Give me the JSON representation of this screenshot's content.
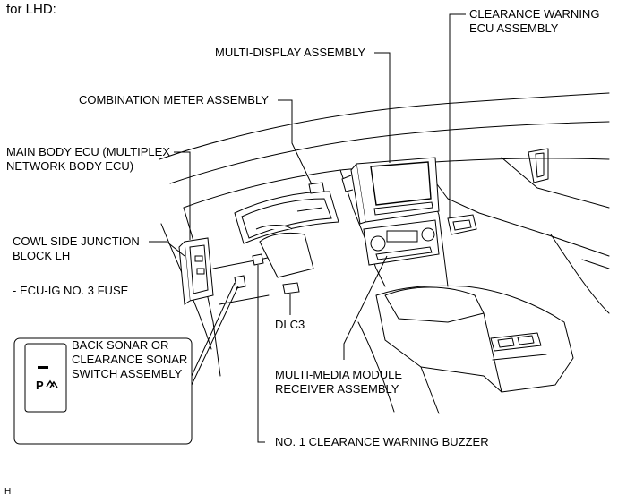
{
  "heading": "for LHD:",
  "labels": {
    "clearance_warning_ecu": [
      "CLEARANCE WARNING",
      "ECU ASSEMBLY"
    ],
    "multi_display": "MULTI-DISPLAY ASSEMBLY",
    "combination_meter": "COMBINATION METER ASSEMBLY",
    "main_body_ecu": [
      "MAIN BODY ECU (MULTIPLEX",
      "NETWORK BODY ECU)"
    ],
    "cowl_side_jb": [
      "COWL SIDE JUNCTION",
      "BLOCK LH"
    ],
    "fuse": "- ECU-IG NO. 3 FUSE",
    "back_sonar_switch": [
      "BACK SONAR OR",
      "CLEARANCE SONAR",
      "SWITCH ASSEMBLY"
    ],
    "dlc3": "DLC3",
    "multi_media_receiver": [
      "MULTI-MEDIA MODULE",
      "RECEIVER ASSEMBLY"
    ],
    "buzzer": "NO. 1 CLEARANCE WARNING BUZZER"
  },
  "switch_icon_text": "P",
  "corner_code": "H"
}
